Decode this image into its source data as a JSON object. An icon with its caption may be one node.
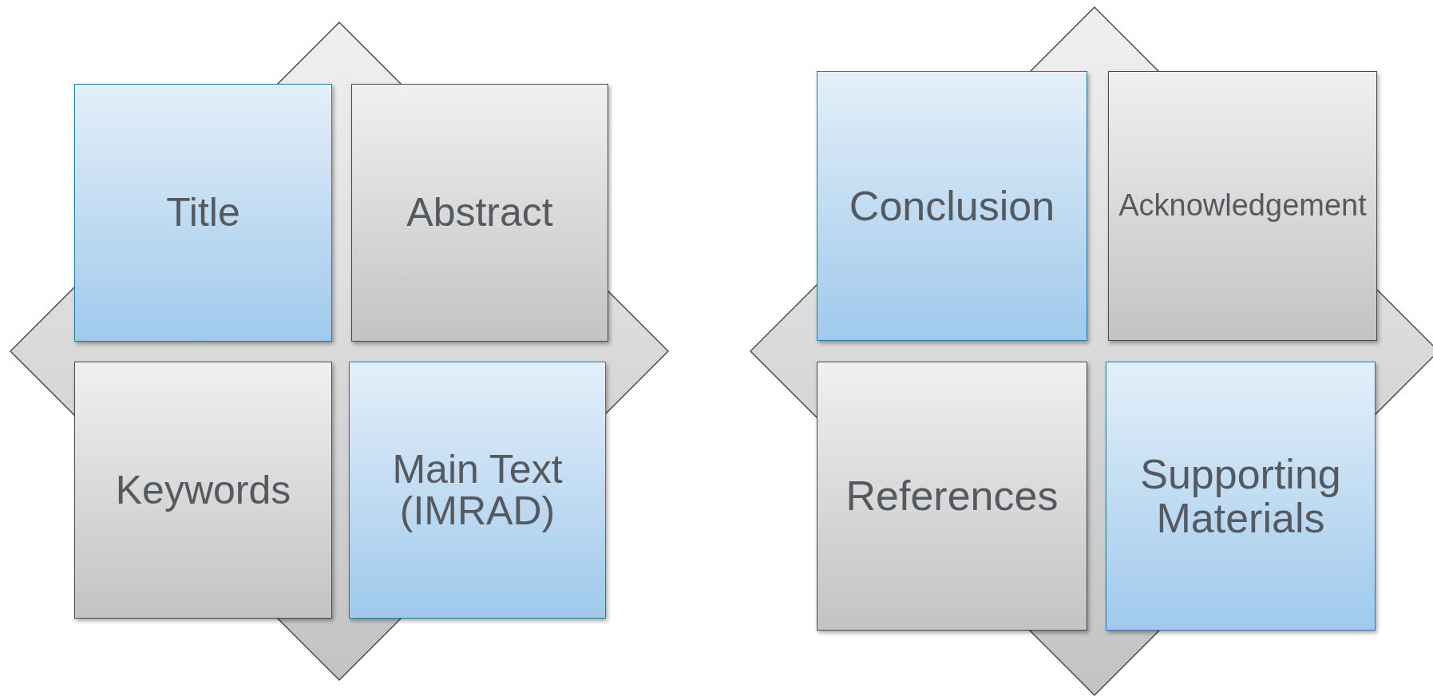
{
  "diagram": {
    "nodes": [
      {
        "text": [],
        "shape": "diamond"
      },
      {
        "text": [
          "Title"
        ],
        "in": 0
      },
      {
        "text": [
          "Abstract"
        ],
        "in": 0
      },
      {
        "text": [
          "Keywords"
        ],
        "in": 0
      },
      {
        "text": [
          "Main Text (IMRAD)"
        ],
        "in": 0
      },
      {
        "text": [],
        "shape": "diamond"
      },
      {
        "text": [
          "Conclusion"
        ],
        "in": 5
      },
      {
        "text": [
          "Acknowledgement"
        ],
        "in": 5
      },
      {
        "text": [
          "References"
        ],
        "in": 5
      },
      {
        "text": [
          "Supporting Materials"
        ],
        "in": 5
      }
    ]
  }
}
